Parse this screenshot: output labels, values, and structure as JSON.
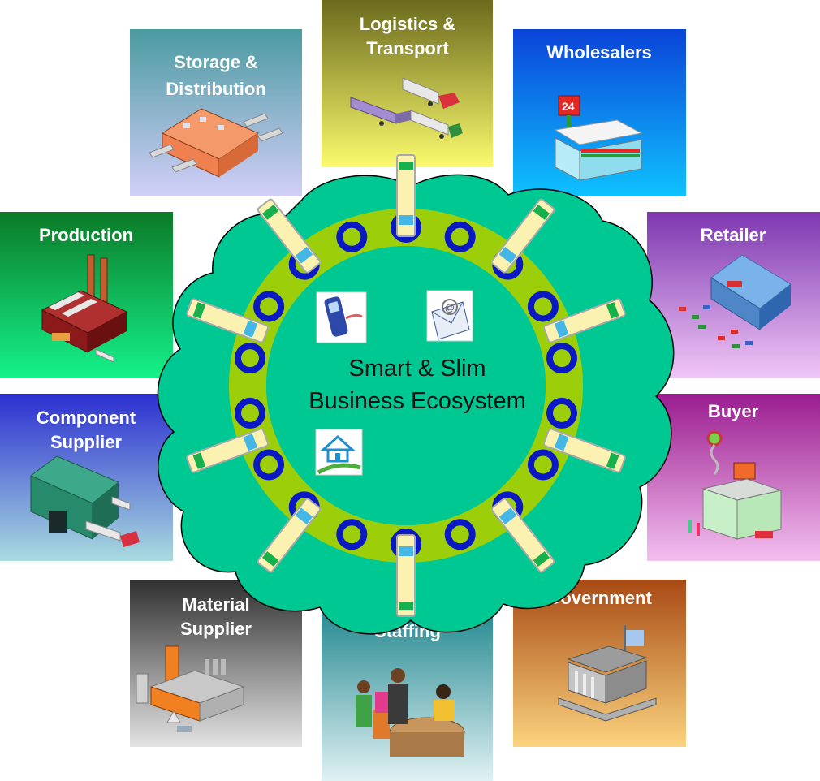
{
  "center": {
    "title_line1": "Smart & Slim",
    "title_line2": "Business Ecosystem",
    "icons": [
      "mobile-phone-icon",
      "email-icon",
      "home-icon"
    ]
  },
  "nodes": [
    {
      "id": "logistics",
      "lines": [
        "Logistics &",
        "Transport"
      ],
      "icon": "trucks-icon",
      "colors": [
        "#6b6a1d",
        "#fbfb6e"
      ]
    },
    {
      "id": "wholesalers",
      "lines": [
        "Wholesalers"
      ],
      "icon": "convenience-store-icon",
      "colors": [
        "#0a43d8",
        "#0fc2ff"
      ]
    },
    {
      "id": "retailer",
      "lines": [
        "Retailer"
      ],
      "icon": "retail-store-icon",
      "colors": [
        "#7d37b0",
        "#f1c7f7"
      ]
    },
    {
      "id": "buyer",
      "lines": [
        "Buyer"
      ],
      "icon": "buyer-building-icon",
      "colors": [
        "#9a1c8f",
        "#f4c0f0"
      ]
    },
    {
      "id": "government",
      "lines": [
        "Government"
      ],
      "icon": "government-building-icon",
      "colors": [
        "#a84a14",
        "#fbd37e"
      ]
    },
    {
      "id": "staffing",
      "lines": [
        "Staffing"
      ],
      "icon": "staff-meeting-icon",
      "colors": [
        "#2a8c93",
        "#e0f1f4"
      ]
    },
    {
      "id": "material",
      "lines": [
        "Material",
        "Supplier"
      ],
      "icon": "material-plant-icon",
      "colors": [
        "#303030",
        "#e3e3e3"
      ]
    },
    {
      "id": "component",
      "lines": [
        "Component",
        "Supplier"
      ],
      "icon": "warehouse-icon",
      "colors": [
        "#2b2fd0",
        "#a9dbdf"
      ]
    },
    {
      "id": "production",
      "lines": [
        "Production"
      ],
      "icon": "factory-icon",
      "colors": [
        "#0b7a27",
        "#15f28b"
      ]
    },
    {
      "id": "storage",
      "lines": [
        "Storage &",
        "Distribution"
      ],
      "icon": "distribution-warehouse-icon",
      "colors": [
        "#4b9aa1",
        "#d2cff8"
      ]
    }
  ],
  "colors": {
    "cloud": "#00c892",
    "ring": "#9ccf0a",
    "ring_node": "#0a19c4",
    "connector_fill": "#fbf2b2",
    "connector_stroke": "#a9a9a9",
    "connector_green": "#16b14d",
    "connector_blue": "#44b6e8"
  }
}
